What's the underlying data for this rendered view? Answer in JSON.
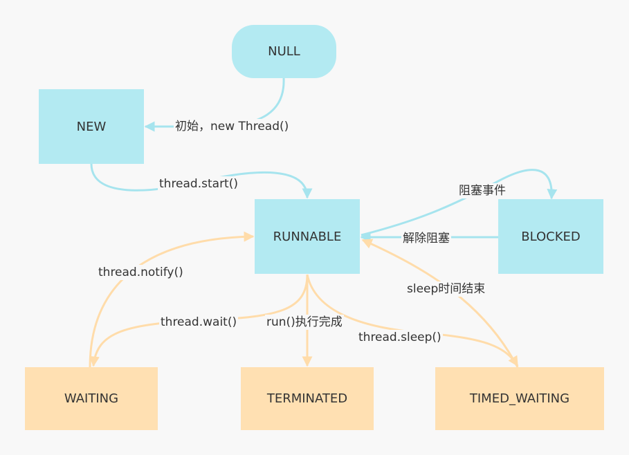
{
  "nodes": {
    "null": "NULL",
    "new": "NEW",
    "runnable": "RUNNABLE",
    "blocked": "BLOCKED",
    "waiting": "WAITING",
    "terminated": "TERMINATED",
    "timed_waiting": "TIMED_WAITING"
  },
  "edges": {
    "init": "初始，new Thread()",
    "start": "thread.start()",
    "block_event": "阻塞事件",
    "unblock": "解除阻塞",
    "notify": "thread.notify()",
    "wait": "thread.wait()",
    "run_done": "run()执行完成",
    "sleep": "thread.sleep()",
    "sleep_end": "sleep时间结束"
  },
  "colors": {
    "blue_node": "#b3eaf2",
    "orange_node": "#ffe0b2",
    "blue_edge": "#a6e4ee",
    "orange_edge": "#ffdcaa",
    "background": "#f8f8f8"
  }
}
